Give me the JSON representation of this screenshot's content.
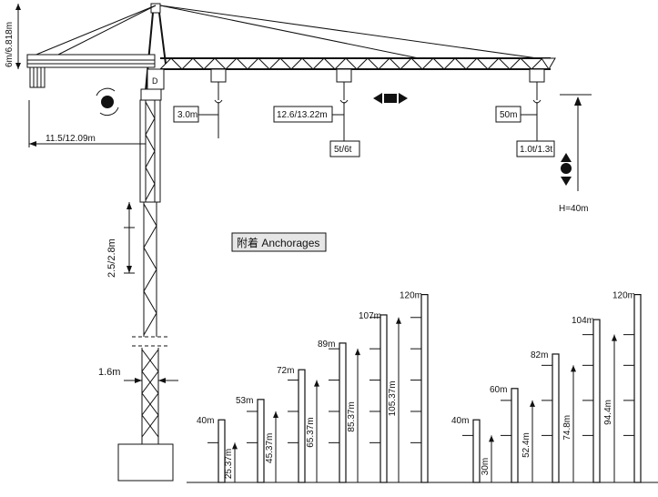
{
  "crane": {
    "counter_jib_height": "6m/6.818m",
    "counter_jib_length": "11.5/12.09m",
    "mast_section_height": "2.5/2.8m",
    "mast_width": "1.6m",
    "hook_near": {
      "radius": "3.0m"
    },
    "hook_mid": {
      "radius": "12.6/13.22m",
      "load": "5t/6t"
    },
    "hook_tip": {
      "radius": "50m",
      "load": "1.0t/1.3t"
    },
    "hook_height": "H=40m"
  },
  "anchorages": {
    "title": "附着 Anchorages",
    "left_group": {
      "heights": [
        "40m",
        "53m",
        "72m",
        "89m",
        "107m",
        "120m"
      ],
      "anchor_heights": [
        "25.37m",
        "45.37m",
        "65.37m",
        "85.37m",
        "105.37m"
      ]
    },
    "right_group": {
      "heights": [
        "40m",
        "60m",
        "82m",
        "104m",
        "120m"
      ],
      "anchor_heights": [
        "30m",
        "52.4m",
        "74.8m",
        "94.4m"
      ]
    }
  },
  "colors": {
    "ink": "#111111",
    "background": "#ffffff"
  }
}
